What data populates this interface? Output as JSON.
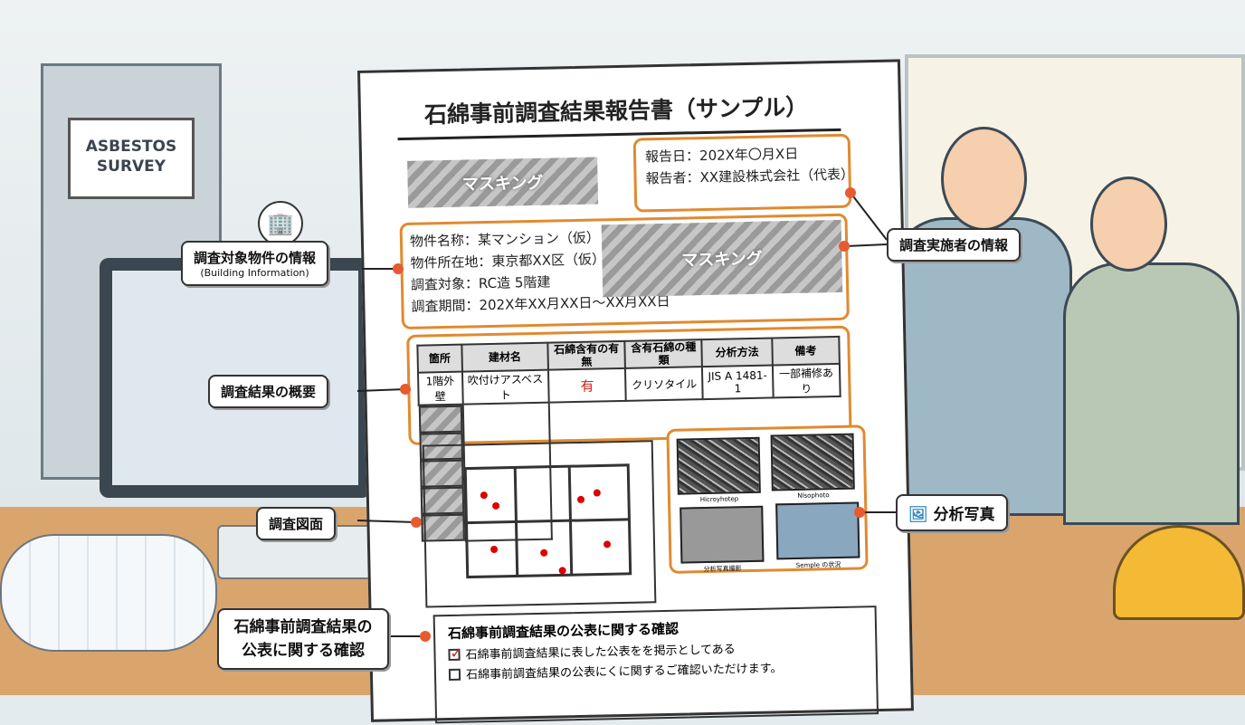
{
  "background": {
    "sign_text": [
      "ASBESTOS",
      "SURVEY"
    ]
  },
  "document": {
    "title": "石綿事前調査結果報告書（サンプル）",
    "mask_label": "マスキング",
    "report_date": "報告日：202X年〇月X日",
    "reporter": "報告者：XX建設株式会社（代表）",
    "building_lines": [
      "物件名称：某マンション（仮）",
      "物件所在地：東京都XX区（仮）",
      "調査対象：RC造 5階建",
      "調査期間：202X年XX月XX日〜XX月XX日"
    ],
    "table": {
      "headers": [
        "箇所",
        "建材名",
        "石綿含有の有無",
        "含有石綿の種類",
        "分析方法",
        "備考"
      ],
      "rows": [
        [
          "1階外壁",
          "吹付けアスベスト",
          "有",
          "クリソタイル",
          "JIS A 1481-1",
          "一部補修あり"
        ]
      ]
    },
    "photo_captions": [
      "Hicroyhotep",
      "Nlsophoto",
      "分析写真撮影",
      "Semple の状況"
    ],
    "confirm": {
      "heading": "石綿事前調査結果の公表に関する確認",
      "items": [
        {
          "label": "石綿事前調査結果に表した公表をを掲示としてある",
          "checked": true
        },
        {
          "label": "石綿事前調査結果の公表にくに関するご確認いただけます。",
          "checked": false
        }
      ]
    }
  },
  "callouts": {
    "building_info": "調査対象物件の情報",
    "building_info_en": "(Building Information)",
    "summary": "調査結果の概要",
    "drawing": "調査図面",
    "publish": "石綿事前調査結果の公表に関する確認",
    "surveyor": "調査実施者の情報",
    "photos": "分析写真"
  },
  "colors": {
    "accent": "#e08a30",
    "dot": "#e85a30",
    "present": "#d02020"
  }
}
